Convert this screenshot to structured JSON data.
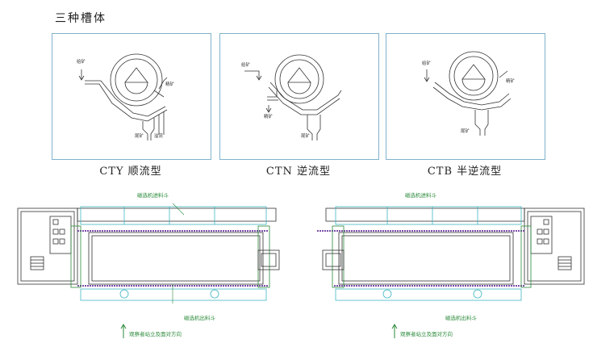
{
  "heading": "三种槽体",
  "panels": [
    {
      "caption": "CTY 顺流型",
      "labels": {
        "feed": "给矿",
        "concentrate": "精矿",
        "tailings": "尾矿",
        "overflow": "溢流"
      }
    },
    {
      "caption": "CTN 逆流型",
      "labels": {
        "feed": "给矿",
        "concentrate": "精矿",
        "tailings": "尾矿"
      }
    },
    {
      "caption": "CTB 半逆流型",
      "labels": {
        "feed": "给矿",
        "concentrate": "精矿",
        "tailings": "尾矿"
      }
    }
  ],
  "drawings": [
    {
      "feed_hopper_label": "磁选机进料斗",
      "discharge_hopper_label": "磁选机出料斗",
      "view_direction_label": "观察者站立及面对方向"
    },
    {
      "feed_hopper_label": "磁选机进料斗",
      "discharge_hopper_label": "磁选机出料斗",
      "view_direction_label": "观察者站立及面对方向"
    }
  ],
  "colors": {
    "panel_border": "#7fb2cc",
    "line_dark": "#333333",
    "line_cyan": "#3fb6c2",
    "line_purple": "#7a4fa8",
    "line_green": "#2a8a3a"
  }
}
